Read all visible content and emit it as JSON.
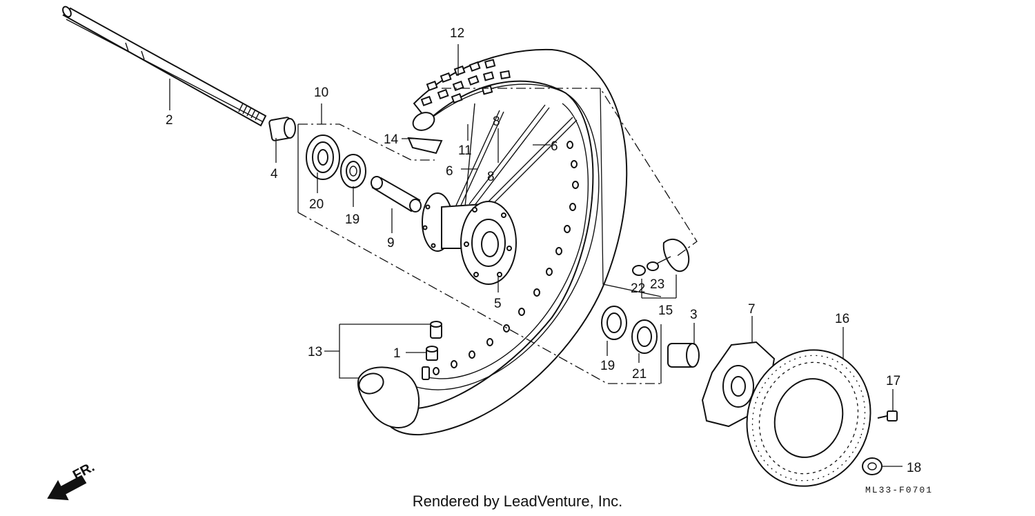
{
  "diagram": {
    "parts": [
      {
        "id": "p1",
        "label": "1"
      },
      {
        "id": "p2",
        "label": "2"
      },
      {
        "id": "p3",
        "label": "3"
      },
      {
        "id": "p4",
        "label": "4"
      },
      {
        "id": "p5",
        "label": "5"
      },
      {
        "id": "p6a",
        "label": "6"
      },
      {
        "id": "p6b",
        "label": "6"
      },
      {
        "id": "p7",
        "label": "7"
      },
      {
        "id": "p8a",
        "label": "8"
      },
      {
        "id": "p8b",
        "label": "8"
      },
      {
        "id": "p9",
        "label": "9"
      },
      {
        "id": "p10",
        "label": "10"
      },
      {
        "id": "p11",
        "label": "11"
      },
      {
        "id": "p12",
        "label": "12"
      },
      {
        "id": "p13",
        "label": "13"
      },
      {
        "id": "p14",
        "label": "14"
      },
      {
        "id": "p15",
        "label": "15"
      },
      {
        "id": "p16",
        "label": "16"
      },
      {
        "id": "p17",
        "label": "17"
      },
      {
        "id": "p18",
        "label": "18"
      },
      {
        "id": "p19a",
        "label": "19"
      },
      {
        "id": "p19b",
        "label": "19"
      },
      {
        "id": "p20",
        "label": "20"
      },
      {
        "id": "p21",
        "label": "21"
      },
      {
        "id": "p22",
        "label": "22"
      },
      {
        "id": "p23",
        "label": "23"
      }
    ],
    "direction_label": "FR.",
    "credit": "Rendered by LeadVenture, Inc.",
    "diagram_code": "ML33-F0701"
  }
}
